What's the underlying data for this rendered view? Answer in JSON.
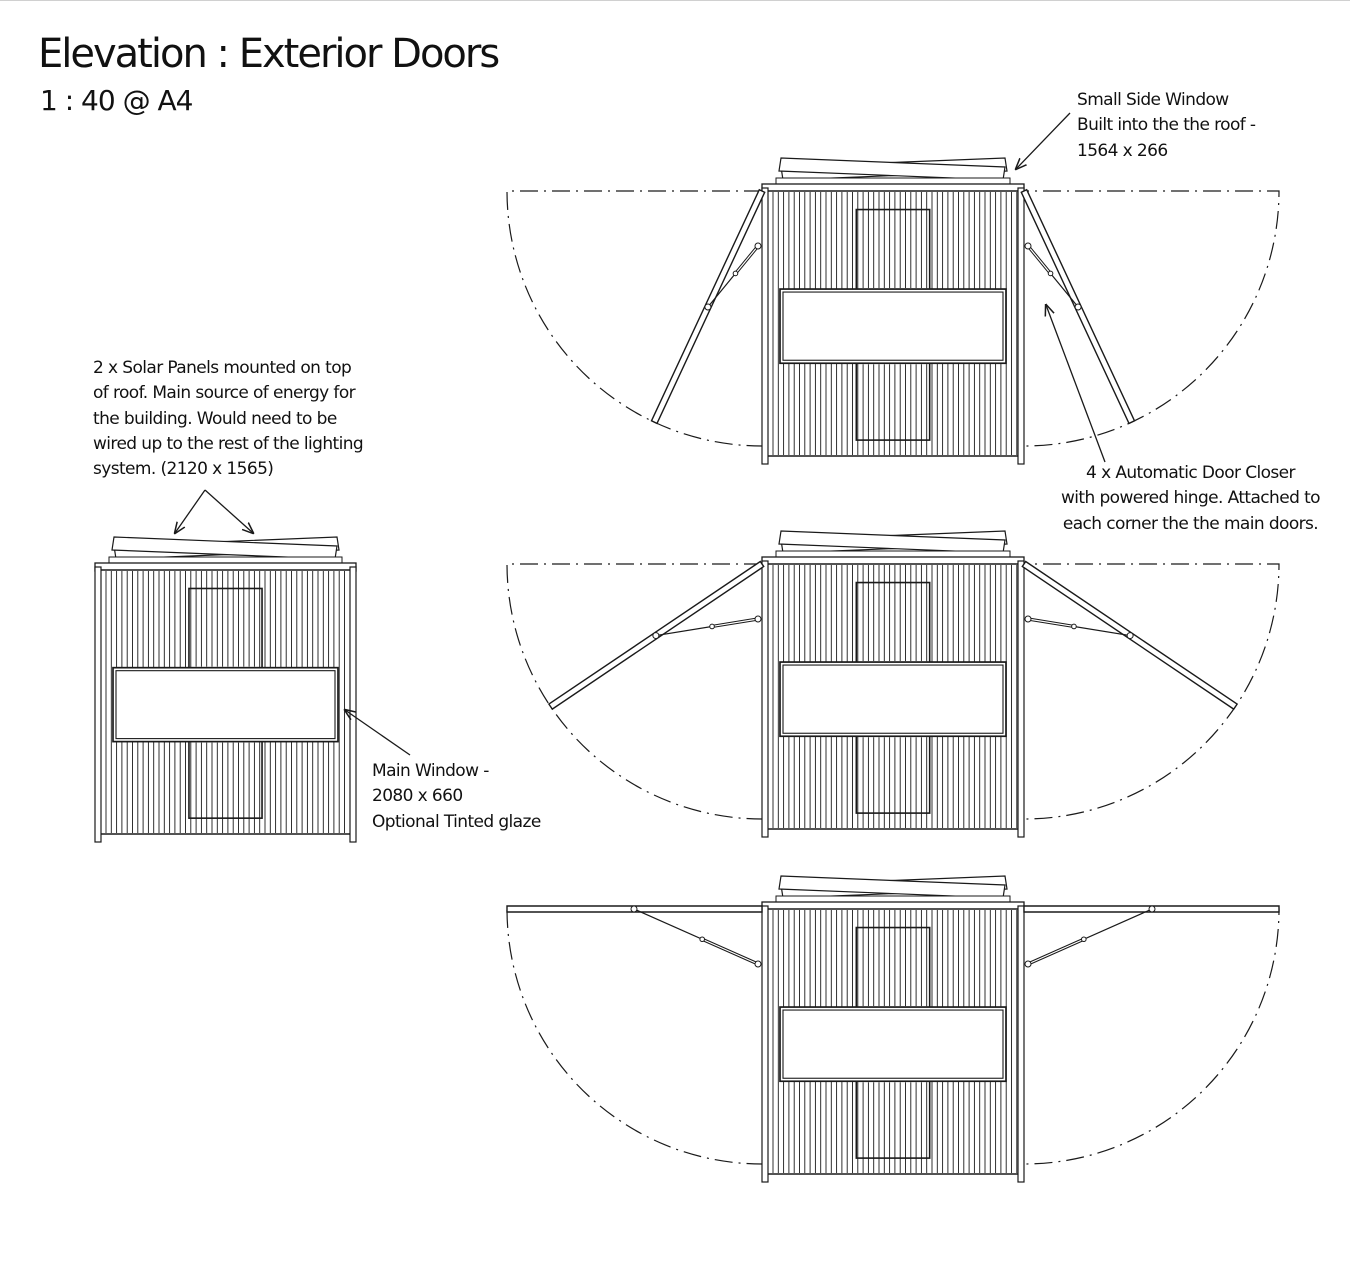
{
  "title": "Elevation : Exterior Doors",
  "scale": "1 : 40 @ A4",
  "annotations": {
    "small_side_window": [
      "Small Side Window",
      "Built into the the roof -",
      "1564 x 266"
    ],
    "solar_panels": [
      "2 x Solar Panels mounted on top",
      "of roof.  Main source of energy for",
      "the building.  Would need to be",
      "wired up to the rest of the lighting",
      "system.  (2120 x 1565)"
    ],
    "door_closer": [
      "4 x Automatic  Door Closer",
      "with powered hinge. Attached to",
      "each corner the the main doors."
    ],
    "main_window": [
      "Main Window -",
      "2080 x 660",
      "Optional Tinted glaze"
    ]
  },
  "views": [
    {
      "name": "closed",
      "door_angle_deg": 0
    },
    {
      "name": "open-1",
      "door_angle_deg": 25
    },
    {
      "name": "open-2",
      "door_angle_deg": 56
    },
    {
      "name": "open-3",
      "door_angle_deg": 90
    }
  ],
  "colors": {
    "line": "#1a1a1a",
    "background": "#ffffff"
  }
}
